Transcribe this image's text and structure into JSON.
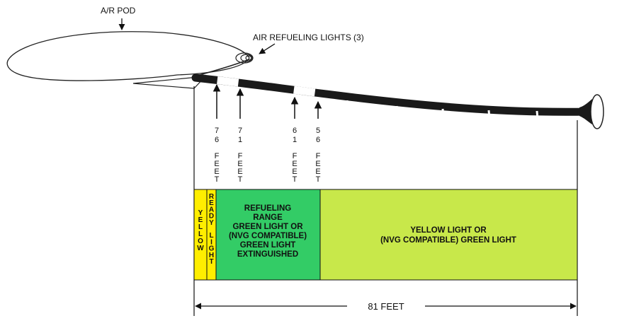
{
  "labels": {
    "pod": "A/R POD",
    "lights": "AIR REFUELING LIGHTS (3)",
    "total_length": "81 FEET"
  },
  "markers": [
    {
      "number": "76",
      "unit": "FEET"
    },
    {
      "number": "71",
      "unit": "FEET"
    },
    {
      "number": "61",
      "unit": "FEET"
    },
    {
      "number": "56",
      "unit": "FEET"
    }
  ],
  "zones": [
    {
      "id": "yellow",
      "label": "YELLOW",
      "color": "#ffee00"
    },
    {
      "id": "ready",
      "label": "READY LIGHT",
      "color": "#ffee00"
    },
    {
      "id": "refuel",
      "lines": [
        "REFUELING",
        "RANGE",
        "GREEN LIGHT OR",
        "(NVG COMPATIBLE)",
        "GREEN LIGHT",
        "EXTINGUISHED"
      ],
      "color": "#33cc66"
    },
    {
      "id": "far",
      "lines": [
        "YELLOW LIGHT OR",
        "(NVG COMPATIBLE) GREEN LIGHT"
      ],
      "color": "#c8e84a"
    }
  ]
}
